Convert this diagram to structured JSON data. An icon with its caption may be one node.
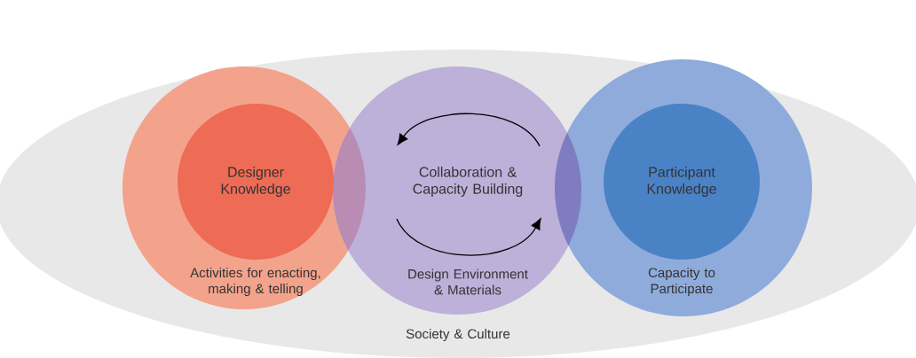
{
  "diagram": {
    "nodes": [
      {
        "text": [
          "Society & Culture"
        ]
      },
      {
        "text": [
          "Activities for enacting, making & telling"
        ],
        "in": 0
      },
      {
        "text": [
          "Designer Knowledge"
        ],
        "in": 1
      },
      {
        "text": [
          "Collaboration & Capacity Building",
          "Design Environment & Materials"
        ],
        "in": 0
      },
      {
        "text": [
          "Capacity to Participate"
        ],
        "in": 0
      },
      {
        "text": [
          "Participant Knowledge"
        ],
        "in": 4
      }
    ]
  }
}
